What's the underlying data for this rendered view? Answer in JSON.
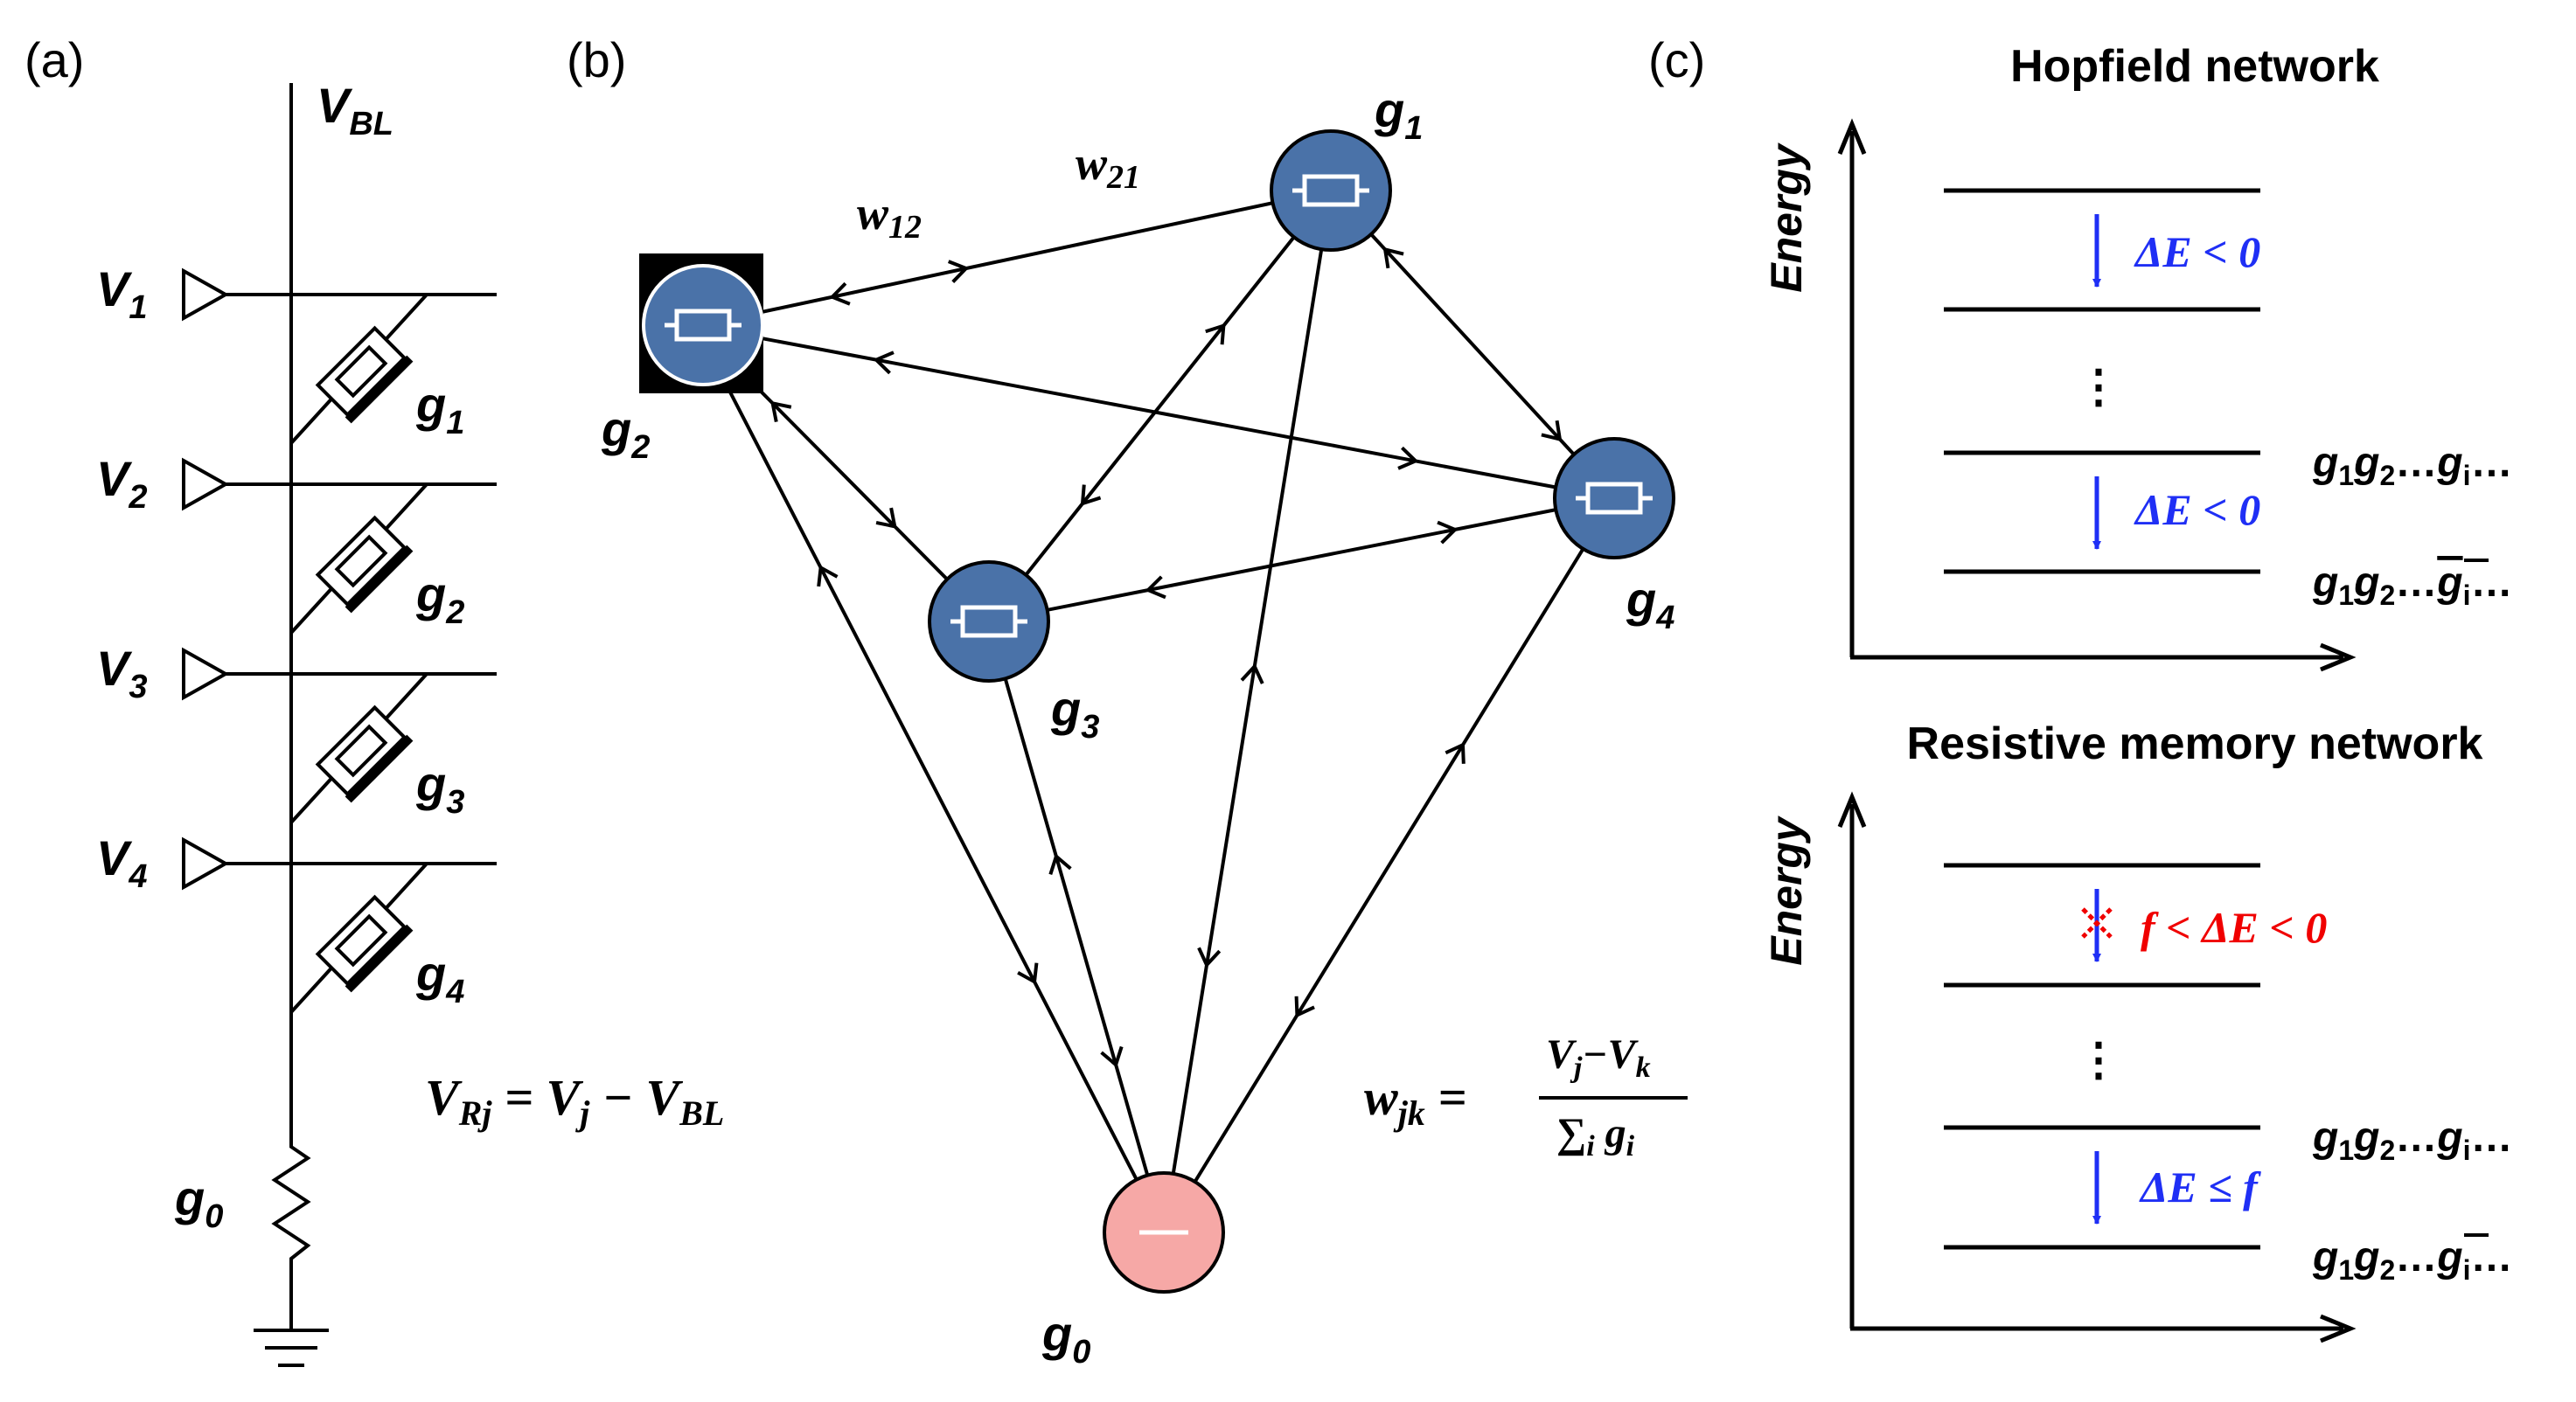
{
  "colors": {
    "node": "#4a72a8",
    "ground_node": "#f6a8a6",
    "blue_text": "#1f2ff5",
    "red_text": "#f00000"
  },
  "panel_a": {
    "tag": "(a)",
    "vbl": {
      "main": "V",
      "sub": "BL"
    },
    "inputs": [
      {
        "v": "V",
        "vsub": "1",
        "g": "g",
        "gsub": "1"
      },
      {
        "v": "V",
        "vsub": "2",
        "g": "g",
        "gsub": "2"
      },
      {
        "v": "V",
        "vsub": "3",
        "g": "g",
        "gsub": "3"
      },
      {
        "v": "V",
        "vsub": "4",
        "g": "g",
        "gsub": "4"
      }
    ],
    "g0": {
      "main": "g",
      "sub": "0"
    },
    "equation": {
      "lhs": "V",
      "lhs_sub": "Rj",
      "eq": " = V",
      "eq_sub": "j",
      "minus": " − V",
      "minus_sub": "BL"
    }
  },
  "panel_b": {
    "tag": "(b)",
    "node_labels": [
      {
        "main": "g",
        "sub": "1"
      },
      {
        "main": "g",
        "sub": "2"
      },
      {
        "main": "g",
        "sub": "3"
      },
      {
        "main": "g",
        "sub": "4"
      },
      {
        "main": "g",
        "sub": "0"
      }
    ],
    "w12": {
      "main": "w",
      "sub": "12"
    },
    "w21": {
      "main": "w",
      "sub": "21"
    },
    "wjk": {
      "lhs": "w",
      "lhs_sub": "jk",
      "eq": " =",
      "numerator": "V",
      "num_sub1": "j",
      "num_minus": "−V",
      "num_sub2": "k",
      "denominator": "∑",
      "den_sub": "i",
      "den_g": " g",
      "den_gsub": "i"
    }
  },
  "panel_c": {
    "tag": "(c)",
    "hopfield": {
      "title": "Hopfield network",
      "ylabel": "Energy",
      "delta_top": "ΔE < 0",
      "dots": "⋮",
      "delta_bottom": "ΔE < 0",
      "state1": {
        "a": "g",
        "a_sub": "1",
        "b": "g",
        "b_sub": "2",
        "dots": "…",
        "c": "g",
        "c_sub": "i",
        "tail": "…"
      },
      "state2": {
        "a": "g",
        "a_sub": "1",
        "b": "g",
        "b_sub": "2",
        "dots": "…",
        "c": "g",
        "c_sub": "i",
        "tail": "…"
      }
    },
    "resistive": {
      "title": "Resistive memory network",
      "ylabel": "Energy",
      "delta_top": "f < ΔE < 0",
      "dots": "⋮",
      "delta_bottom": "ΔE ≤ f",
      "state1": {
        "a": "g",
        "a_sub": "1",
        "b": "g",
        "b_sub": "2",
        "dots": "…",
        "c": "g",
        "c_sub": "i",
        "tail": "…"
      },
      "state2": {
        "a": "g",
        "a_sub": "1",
        "b": "g",
        "b_sub": "2",
        "dots": "…",
        "c": "g",
        "c_sub": "i",
        "tail": "…"
      }
    }
  }
}
